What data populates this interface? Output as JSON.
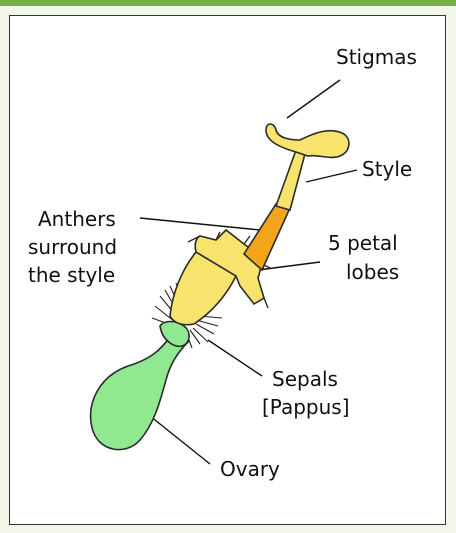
{
  "diagram": {
    "labels": {
      "stigmas": "Stigmas",
      "style": "Style",
      "anthers_line1": "Anthers",
      "anthers_line2": "surround",
      "anthers_line3": "the style",
      "petal_line1": "5 petal",
      "petal_line2": "lobes",
      "sepals_line1": "Sepals",
      "sepals_line2": "[Pappus]",
      "ovary": "Ovary"
    },
    "colors": {
      "frame_bg": "#f2f7ea",
      "frame_accent": "#78ad4c",
      "ovary": "#90e890",
      "petals": "#f8e36c",
      "anther_tube": "#f2a51a",
      "style_stigma": "#f8e36c",
      "outline": "#333333"
    }
  }
}
